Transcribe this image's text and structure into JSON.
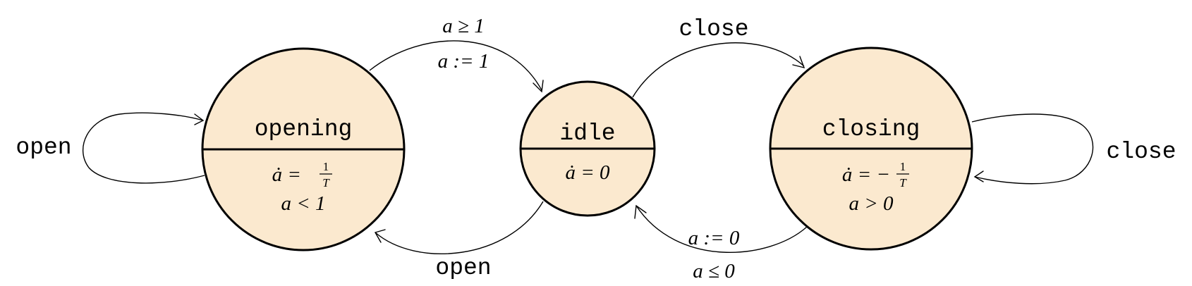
{
  "states": {
    "opening": {
      "name": "opening",
      "flow": "ȧ = ",
      "flow_num": "1",
      "flow_den": "T",
      "invariant": "a < 1"
    },
    "idle": {
      "name": "idle",
      "flow": "ȧ = 0"
    },
    "closing": {
      "name": "closing",
      "flow": "ȧ = −",
      "flow_num": "1",
      "flow_den": "T",
      "invariant": "a > 0"
    }
  },
  "transitions": {
    "opening_to_idle": {
      "guard": "a ≥ 1",
      "reset": "a := 1"
    },
    "idle_to_opening": {
      "event": "open"
    },
    "idle_to_closing": {
      "event": "close"
    },
    "closing_to_idle": {
      "reset": "a := 0",
      "guard": "a ≤ 0"
    },
    "opening_self": {
      "event": "open"
    },
    "closing_self": {
      "event": "close"
    }
  },
  "colors": {
    "state_fill": "#fbe9cf",
    "stroke": "#000000"
  }
}
